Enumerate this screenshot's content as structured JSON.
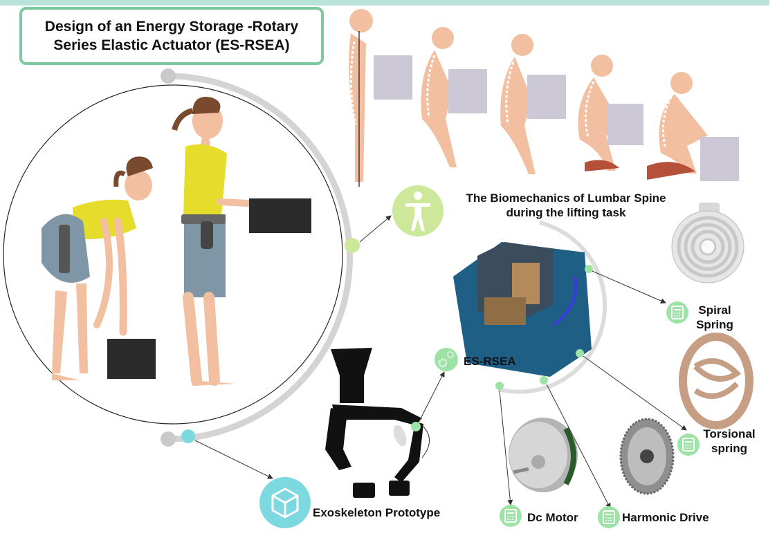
{
  "title": {
    "line1": "Design of an  Energy Storage -Rotary",
    "line2": "Series Elastic Actuator (ES-RSEA)"
  },
  "labels": {
    "biomechanics_line1": "The Biomechanics of Lumbar Spine",
    "biomechanics_line2": "during the lifting task",
    "es_rsea": "ES-RSEA",
    "spiral_spring_line1": "Spiral",
    "spiral_spring_line2": "Spring",
    "torsional_spring_line1": "Torsional",
    "torsional_spring_line2": "spring",
    "dc_motor": "Dc Motor",
    "harmonic_drive": "Harmonic Drive",
    "exoskeleton_prototype": "Exoskeleton Prototype"
  },
  "icons": {
    "biomechanics": "person-icon",
    "es_rsea": "gears-icon",
    "components": "calculator-icon",
    "exoskeleton": "cube-icon"
  },
  "colors": {
    "accent_green": "#7cc9a0",
    "light_green": "#cde89a",
    "node_green": "#9ee3a6",
    "node_cyan": "#7dd9e0",
    "arc_gray": "#d4d4d4",
    "skin": "#f2bfa0",
    "box": "#ccc8d6",
    "shirt": "#e6dc2c",
    "actuator_blue": "#1f5f85",
    "spring_bronze": "#c59e84"
  }
}
